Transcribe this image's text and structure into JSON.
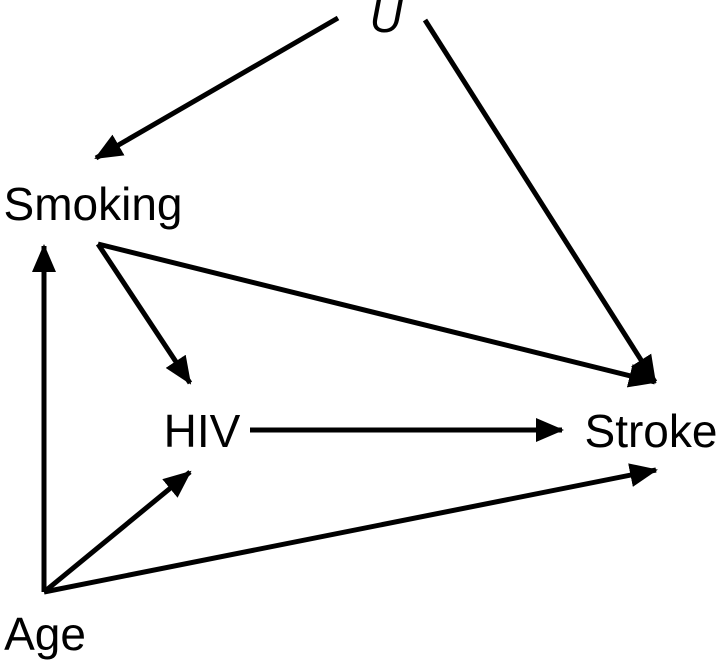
{
  "nodes": [
    {
      "id": "U",
      "label": "U",
      "italic": true
    },
    {
      "id": "Smoking",
      "label": "Smoking",
      "italic": false
    },
    {
      "id": "HIV",
      "label": "HIV",
      "italic": false
    },
    {
      "id": "Stroke",
      "label": "Stroke",
      "italic": false
    },
    {
      "id": "Age",
      "label": "Age",
      "italic": false
    }
  ],
  "edges": [
    {
      "from": "U",
      "to": "Smoking"
    },
    {
      "from": "U",
      "to": "Stroke"
    },
    {
      "from": "Smoking",
      "to": "HIV"
    },
    {
      "from": "Smoking",
      "to": "Stroke"
    },
    {
      "from": "HIV",
      "to": "Stroke"
    },
    {
      "from": "Age",
      "to": "Smoking"
    },
    {
      "from": "Age",
      "to": "HIV"
    },
    {
      "from": "Age",
      "to": "Stroke"
    }
  ],
  "colors": {
    "stroke": "#000000",
    "text": "#000000",
    "background": "#ffffff"
  }
}
